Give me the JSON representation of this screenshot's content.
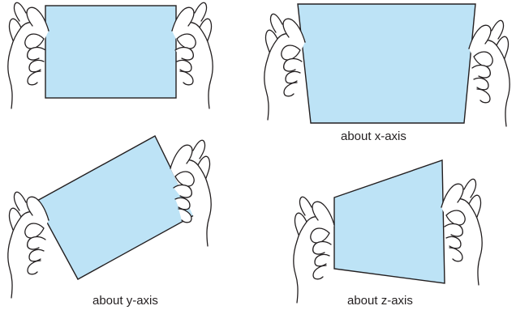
{
  "panels": {
    "top_left": {
      "caption": ""
    },
    "top_right": {
      "caption": "about x-axis"
    },
    "bottom_left": {
      "caption": "about y-axis"
    },
    "bottom_right": {
      "caption": "about z-axis"
    }
  },
  "colors": {
    "paper_fill": "#bde3f6",
    "outline": "#231f20",
    "background": "#ffffff"
  },
  "icons": {
    "hand": "hand-icon"
  }
}
